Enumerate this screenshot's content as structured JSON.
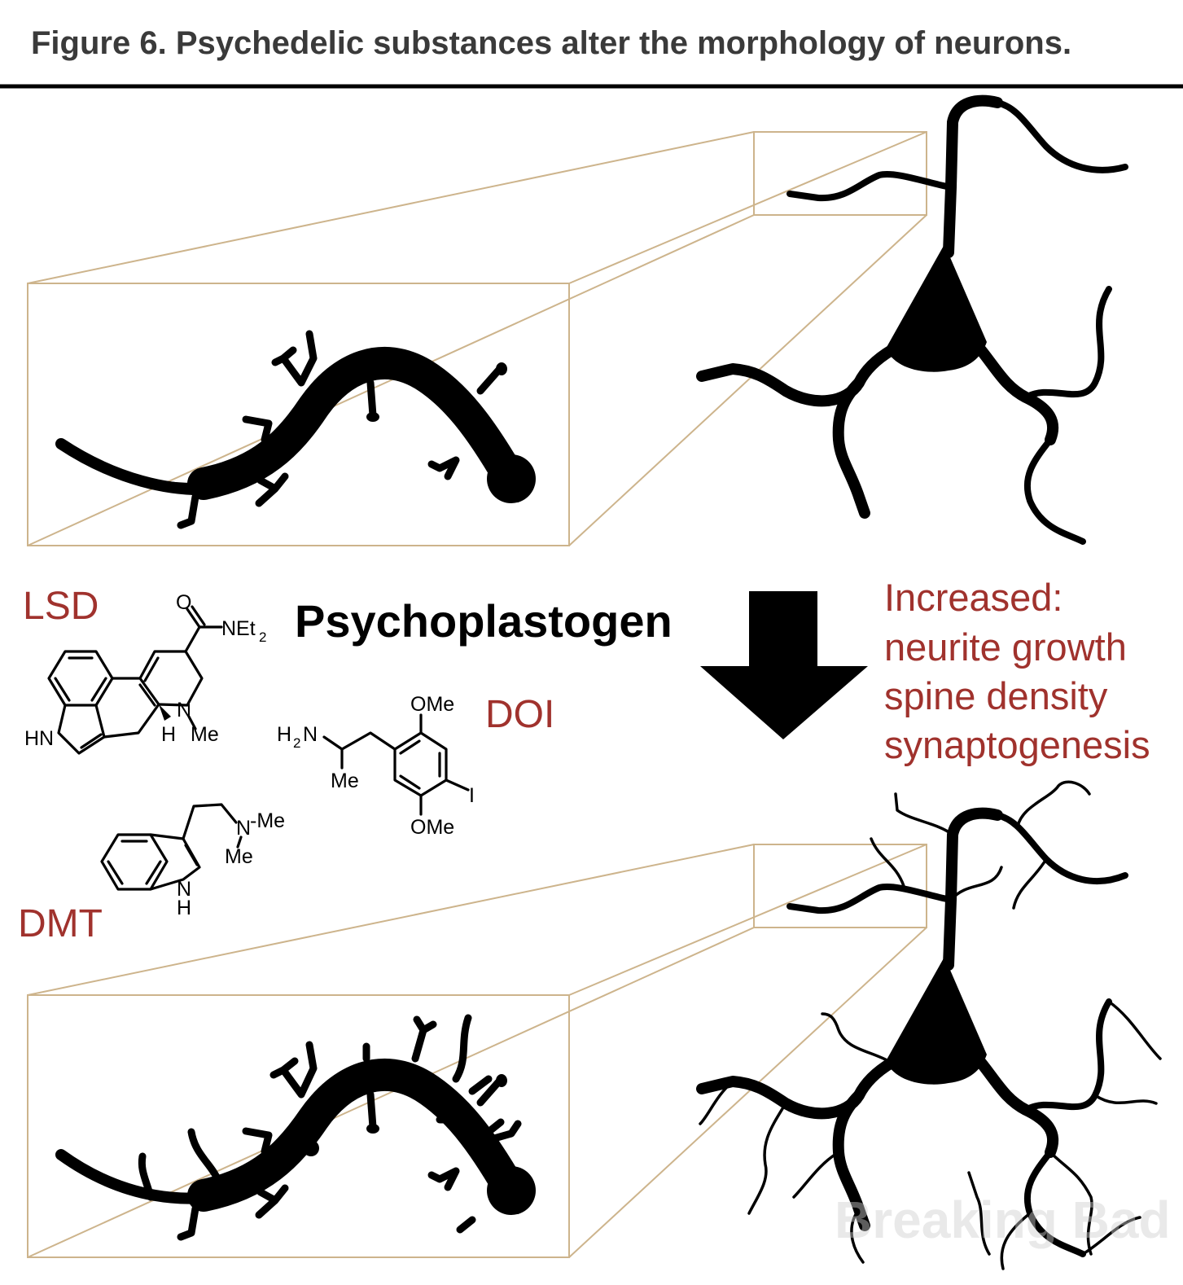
{
  "figure": {
    "title": "Figure 6. Psychedelic substances alter the morphology of neurons."
  },
  "center": {
    "label": "Psychoplastogen"
  },
  "drugs": {
    "lsd": "LSD",
    "doi": "DOI",
    "dmt": "DMT"
  },
  "effects": {
    "heading": "Increased:",
    "items": [
      "neurite growth",
      "spine density",
      "synaptogenesis"
    ]
  },
  "molecules": {
    "lsd_atoms": [
      "O",
      "NEt",
      "2",
      "HN",
      "N",
      "H",
      "Me"
    ],
    "doi_atoms": [
      "OMe",
      "H",
      "2",
      "N",
      "Me",
      "I",
      "OMe"
    ],
    "dmt_atoms": [
      "N",
      "-Me",
      "Me",
      "N",
      "H"
    ]
  },
  "watermark": "Breaking Bad",
  "colors": {
    "title": "#3a3a3a",
    "accent_red": "#a0322d",
    "box_line": "#cdb48c",
    "ink": "#000000"
  }
}
